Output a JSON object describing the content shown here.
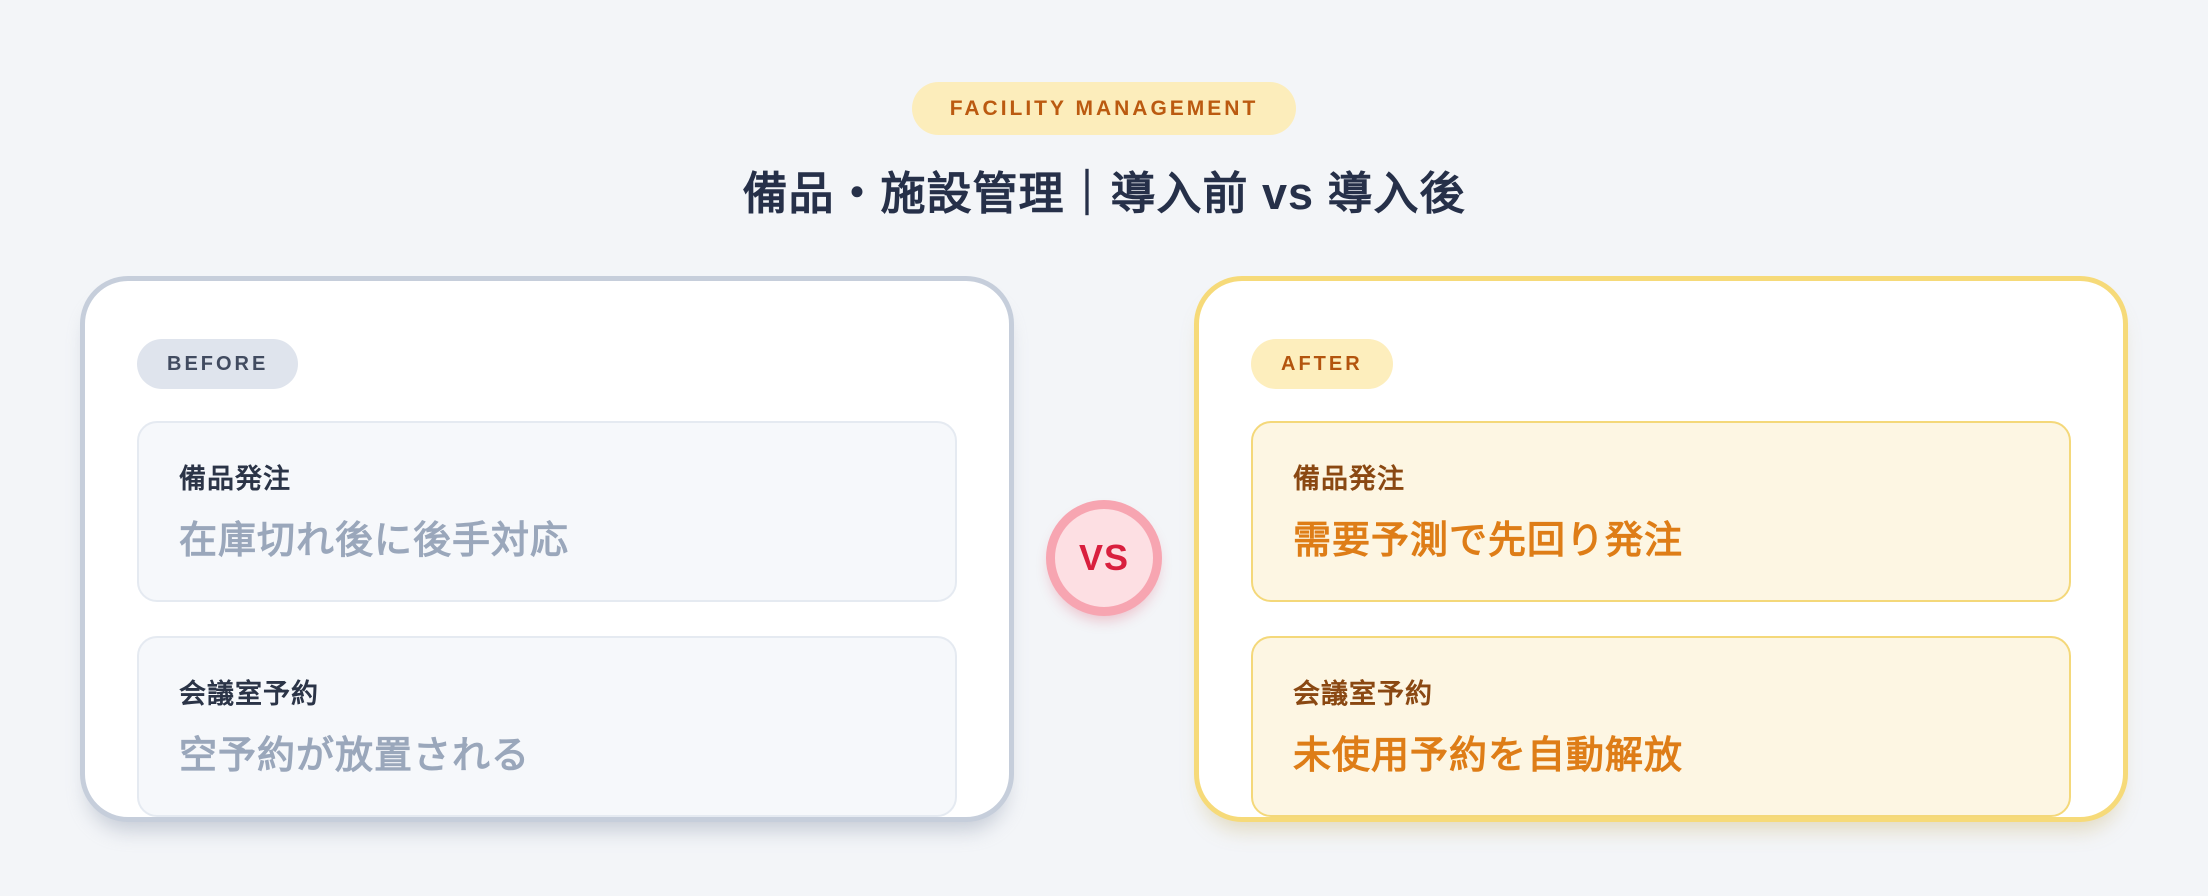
{
  "page": {
    "eyebrow": "FACILITY MANAGEMENT",
    "title": "備品・施設管理｜導入前 vs 導入後"
  },
  "vs": {
    "label": "VS"
  },
  "before": {
    "badge": "BEFORE",
    "items": [
      {
        "label": "備品発注",
        "value": "在庫切れ後に後手対応"
      },
      {
        "label": "会議室予約",
        "value": "空予約が放置される"
      }
    ]
  },
  "after": {
    "badge": "AFTER",
    "items": [
      {
        "label": "備品発注",
        "value": "需要予測で先回り発注"
      },
      {
        "label": "会議室予約",
        "value": "未使用予約を自動解放"
      }
    ]
  },
  "colors": {
    "page-bg": "#f3f5f8",
    "title": "#263049",
    "eyebrow-bg": "#fcedbb",
    "eyebrow-text": "#bb5a10",
    "before-border": "#c6cedb",
    "before-badge-bg": "#dfe4ed",
    "before-badge-text": "#414b60",
    "before-box-bg": "#f6f8fb",
    "before-box-border": "#e5eaf1",
    "before-label": "#2b3447",
    "before-value": "#9aa7bb",
    "after-border": "#f6da79",
    "after-badge-bg": "#fdeebd",
    "after-badge-text": "#b3540e",
    "after-box-bg": "#fdf6e3",
    "after-box-border": "#f4d87a",
    "after-label": "#8a4812",
    "after-value": "#de7d17",
    "vs-border": "#f7a5b1",
    "vs-bg": "#fddfe3",
    "vs-text": "#d91f3e"
  }
}
